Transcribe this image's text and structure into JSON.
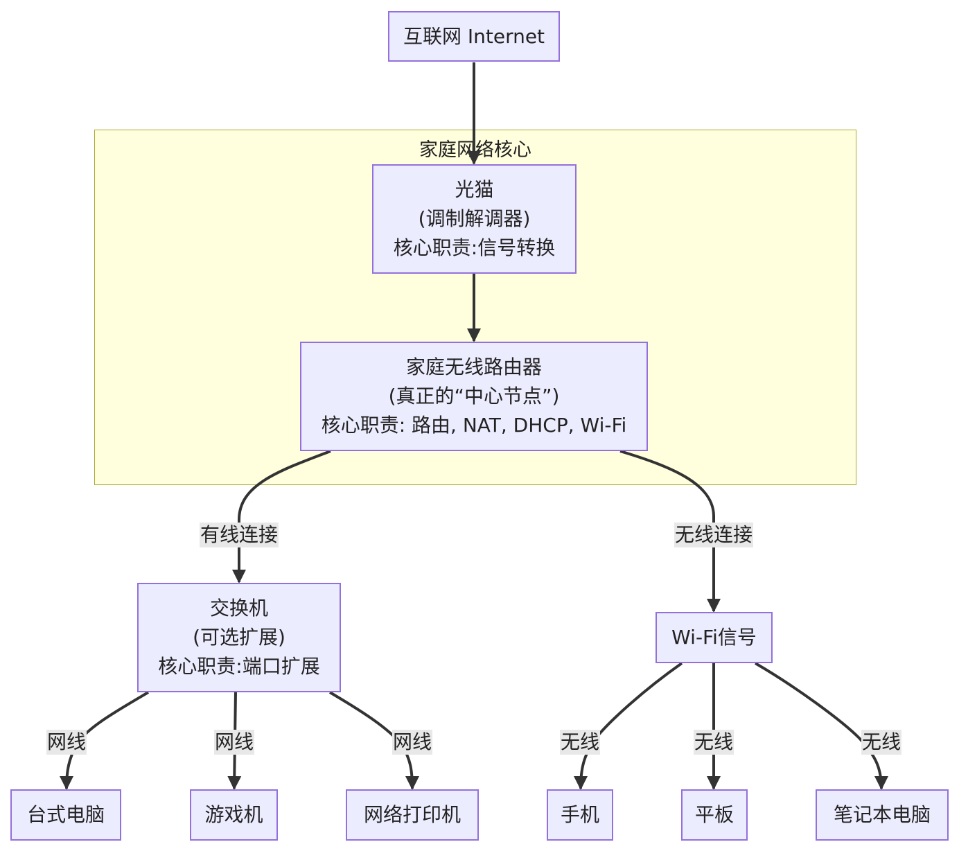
{
  "diagram": {
    "type": "flowchart",
    "colors": {
      "node_fill": "#ececff",
      "node_stroke": "#9370db",
      "cluster_fill": "#ffffde",
      "cluster_stroke": "#aaaa33",
      "edge": "#333333",
      "edge_label_bg": "#e8e8e8"
    },
    "cluster": {
      "title": "家庭网络核心"
    },
    "nodes": {
      "internet": {
        "lines": [
          "互联网 Internet"
        ]
      },
      "modem": {
        "lines": [
          "光猫",
          "(调制解调器)",
          "核心职责:信号转换"
        ]
      },
      "router": {
        "lines": [
          "家庭无线路由器",
          "(真正的“中心节点”)",
          "核心职责: 路由, NAT, DHCP, Wi-Fi"
        ]
      },
      "switch": {
        "lines": [
          "交换机",
          "(可选扩展)",
          "核心职责:端口扩展"
        ]
      },
      "wifi": {
        "lines": [
          "Wi-Fi信号"
        ]
      },
      "desktop": {
        "lines": [
          "台式电脑"
        ]
      },
      "console": {
        "lines": [
          "游戏机"
        ]
      },
      "printer": {
        "lines": [
          "网络打印机"
        ]
      },
      "phone": {
        "lines": [
          "手机"
        ]
      },
      "tablet": {
        "lines": [
          "平板"
        ]
      },
      "laptop": {
        "lines": [
          "笔记本电脑"
        ]
      }
    },
    "edges": [
      {
        "from": "internet",
        "to": "modem",
        "label": ""
      },
      {
        "from": "modem",
        "to": "router",
        "label": ""
      },
      {
        "from": "router",
        "to": "switch",
        "label": "有线连接"
      },
      {
        "from": "router",
        "to": "wifi",
        "label": "无线连接"
      },
      {
        "from": "switch",
        "to": "desktop",
        "label": "网线"
      },
      {
        "from": "switch",
        "to": "console",
        "label": "网线"
      },
      {
        "from": "switch",
        "to": "printer",
        "label": "网线"
      },
      {
        "from": "wifi",
        "to": "phone",
        "label": "无线"
      },
      {
        "from": "wifi",
        "to": "tablet",
        "label": "无线"
      },
      {
        "from": "wifi",
        "to": "laptop",
        "label": "无线"
      }
    ]
  }
}
